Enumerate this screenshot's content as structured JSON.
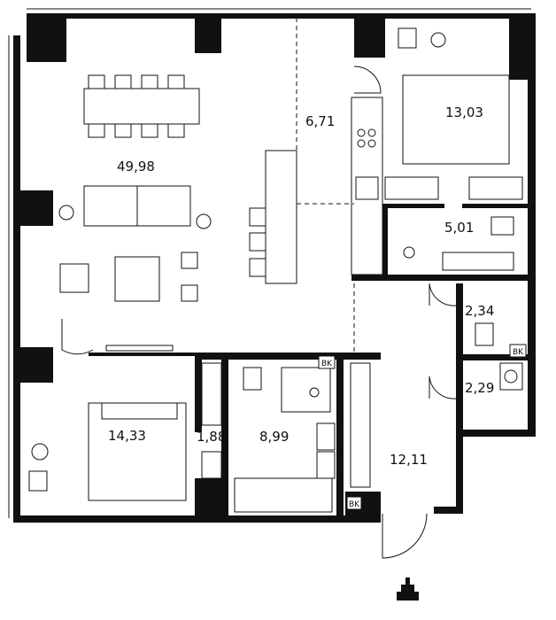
{
  "rooms": [
    {
      "id": "living",
      "area": "49,98"
    },
    {
      "id": "kitchen",
      "area": "6,71"
    },
    {
      "id": "bedroom-1",
      "area": "13,03"
    },
    {
      "id": "bathroom-1",
      "area": "5,01"
    },
    {
      "id": "wc",
      "area": "2,34"
    },
    {
      "id": "laundry",
      "area": "2,29"
    },
    {
      "id": "bedroom-2",
      "area": "14,33"
    },
    {
      "id": "closet",
      "area": "1,88"
    },
    {
      "id": "bathroom-2",
      "area": "8,99"
    },
    {
      "id": "hall",
      "area": "12,11"
    }
  ],
  "shafts": [
    "BK",
    "BK",
    "BK"
  ]
}
